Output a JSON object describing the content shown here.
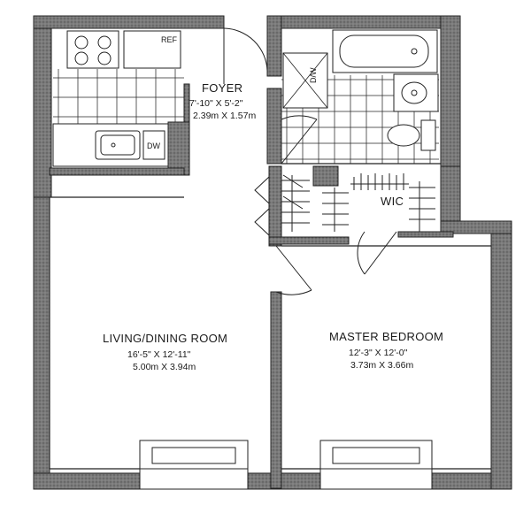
{
  "rooms": {
    "foyer": {
      "name": "FOYER",
      "dim_imperial": "7'-10\" X 5'-2\"",
      "dim_metric": "2.39m X 1.57m"
    },
    "living": {
      "name": "LIVING/DINING ROOM",
      "dim_imperial": "16'-5\" X 12'-11\"",
      "dim_metric": "5.00m X 3.94m"
    },
    "bedroom": {
      "name": "MASTER BEDROOM",
      "dim_imperial": "12'-3\" X 12'-0\"",
      "dim_metric": "3.73m X 3.66m"
    },
    "wic": {
      "name": "WIC"
    }
  },
  "fixtures": {
    "refrigerator": "REF",
    "dishwasher": "DW",
    "washer_dryer": "D/W"
  },
  "colors": {
    "wall": "#6e6e6e",
    "line": "#222222",
    "background": "#ffffff"
  }
}
